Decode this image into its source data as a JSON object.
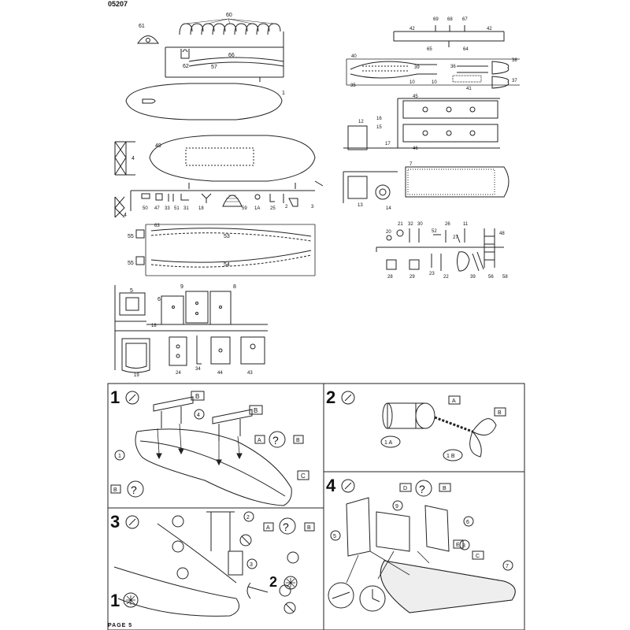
{
  "header": {
    "code": "05207"
  },
  "footer": {
    "page": "PAGE 5"
  },
  "sprue_labels": {
    "l61": "61",
    "l60": "60",
    "l62": "62",
    "l57": "57",
    "l66": "66",
    "l1": "1",
    "l4a": "4",
    "l4b": "4",
    "l49": "49",
    "l50": "50",
    "l47": "47",
    "l33": "33",
    "l51": "51",
    "l31": "31",
    "l18": "18",
    "l59": "59",
    "l1A": "1A",
    "l25": "25",
    "l2": "2",
    "l3": "3",
    "l63": "63",
    "l53": "53",
    "l54": "54",
    "l55a": "55",
    "l55b": "55",
    "l5": "5",
    "l6": "6",
    "l9": "9",
    "l8": "8",
    "l18b": "18",
    "l19": "19",
    "l24": "24",
    "l34": "34",
    "l44": "44",
    "l43": "43",
    "l69": "69",
    "l68": "68",
    "l67": "67",
    "l42a": "42",
    "l42b": "42",
    "l65": "65",
    "l64": "64",
    "l40": "40",
    "l39": "39",
    "l36": "36",
    "l38": "38",
    "l37": "37",
    "l35": "35",
    "l10a": "10",
    "l10b": "10",
    "l41": "41",
    "l45": "45",
    "l12": "12",
    "l16": "16",
    "l15": "15",
    "l17": "17",
    "l46": "46",
    "l7": "7",
    "l13": "13",
    "l14": "14",
    "l20": "20",
    "l21": "21",
    "l32": "32",
    "l30": "30",
    "l26": "26",
    "l11": "11",
    "l52": "52",
    "l27": "27",
    "l48": "48",
    "l28": "28",
    "l29": "29",
    "l23": "23",
    "l22": "22",
    "l39b": "39",
    "l56": "56",
    "l58": "58"
  },
  "steps": {
    "s1": {
      "number": "1",
      "labels": {
        "a": "4",
        "b": "1"
      },
      "letters": {
        "b1": "B",
        "b2": "B",
        "b3": "B",
        "a1": "A",
        "c1": "C",
        "b4": "B"
      }
    },
    "s2": {
      "number": "2",
      "labels": {
        "a": "1 A",
        "b": "1 B"
      },
      "letters": {
        "a1": "A",
        "b1": "B"
      }
    },
    "s3": {
      "number": "3",
      "labels": {
        "a": "2",
        "b": "3",
        "c": "1",
        "d": "2"
      },
      "letters": {
        "a1": "A",
        "b1": "B"
      }
    },
    "s4": {
      "number": "4",
      "labels": {
        "a": "5",
        "b": "9",
        "c": "6",
        "d": "7",
        "e": "8"
      },
      "letters": {
        "d1": "D",
        "b1": "B",
        "c1": "C",
        "e1": "E"
      }
    }
  }
}
